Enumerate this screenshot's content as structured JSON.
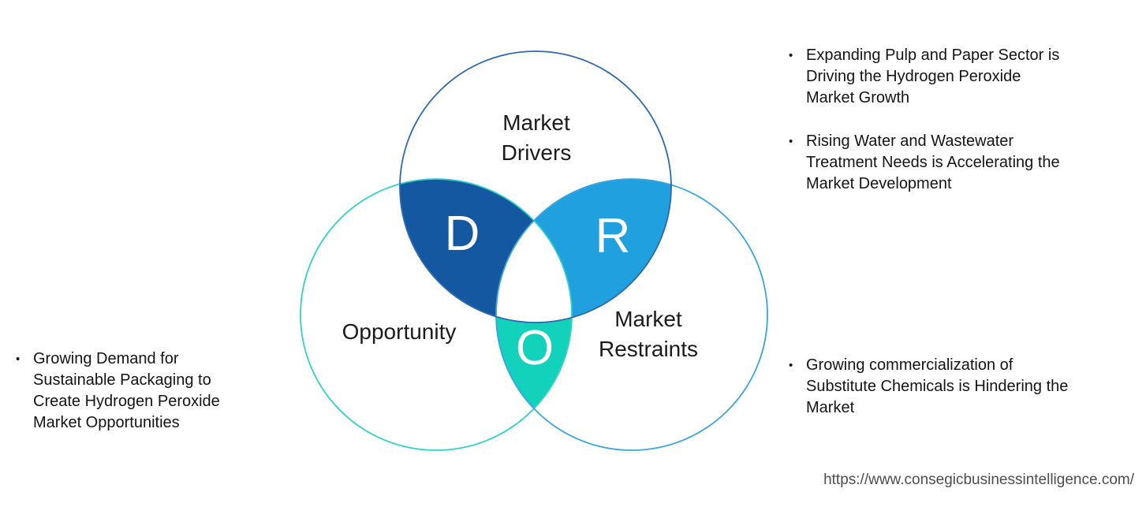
{
  "diagram": {
    "drivers": {
      "label": "Market Drivers",
      "letter": "D"
    },
    "opportunity": {
      "label": "Opportunity",
      "letter": "O"
    },
    "restraints": {
      "label": "Market Restraints",
      "letter": "R"
    }
  },
  "colors": {
    "drivers_fill": "#1558a2",
    "drivers_outline": "#2e68af",
    "restraints_fill": "#21a0e0",
    "restraints_outline": "#39a5de",
    "opportunity_fill": "#13d2bb",
    "opportunity_outline": "#30d2c2",
    "center_fill": "#ffffff"
  },
  "left_bullets": [
    {
      "lines": {
        "0": "Growing Demand for",
        "1": "Sustainable Packaging to",
        "2": "Create Hydrogen Peroxide",
        "3": "Market Opportunities"
      }
    }
  ],
  "right_bullets": [
    {
      "lines": {
        "0": "Expanding Pulp and Paper Sector is",
        "1": "Driving the Hydrogen Peroxide",
        "2": "Market Growth"
      }
    },
    {
      "lines": {
        "0": "Rising Water and Wastewater",
        "1": "Treatment Needs is Accelerating the",
        "2": "Market Development"
      }
    },
    {
      "lines": {
        "0": "Growing commercialization of",
        "1": "Substitute Chemicals is Hindering the",
        "2": "Market"
      }
    }
  ],
  "bullet_glyph": "•",
  "footer": {
    "url": "https://www.consegicbusinessintelligence.com/"
  }
}
